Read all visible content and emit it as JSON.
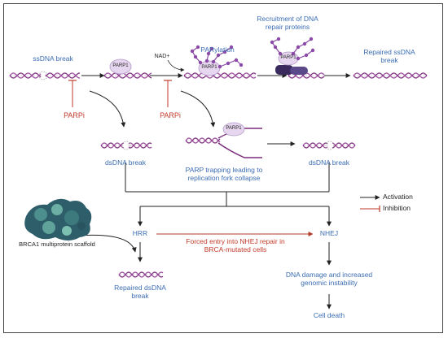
{
  "labels": {
    "ssdna_break": "ssDNA break",
    "parp1": "PARP1",
    "nad": "NAD+",
    "parylation": "PARylation",
    "recruitment": "Recruitment of DNA repair proteins",
    "repaired_ssdna": "Repaired ssDNA break",
    "parpi_1": "PARPi",
    "parpi_2": "PARPi",
    "dsdna_break_left": "dsDNA break",
    "parp_trapping": "PARP trapping leading to replication fork collapse",
    "dsdna_break_right": "dsDNA break",
    "legend_activation": "Activation",
    "legend_inhibition": "Inhibition",
    "brca1_scaffold": "BRCA1 multiprotein scaffold",
    "hrr": "HRR",
    "forced_entry": "Forced entry into NHEJ repair in BRCA-mutated cells",
    "nhej": "NHEJ",
    "repaired_dsdna": "Repaired dsDNA break",
    "dna_damage": "DNA damage and increased genomic instability",
    "cell_death": "Cell death"
  },
  "colors": {
    "dna": "#7a2a7a",
    "dna_light": "#9a4a9a",
    "label_blue": "#3b6db3",
    "inhibitor_red": "#c23a2a",
    "parp_fill": "#e6d6ef",
    "par_chain": "#8a4aa6",
    "protein_dark": "#3a2a5e",
    "scaffold": "#2e5e6a",
    "arrow": "#222222"
  }
}
